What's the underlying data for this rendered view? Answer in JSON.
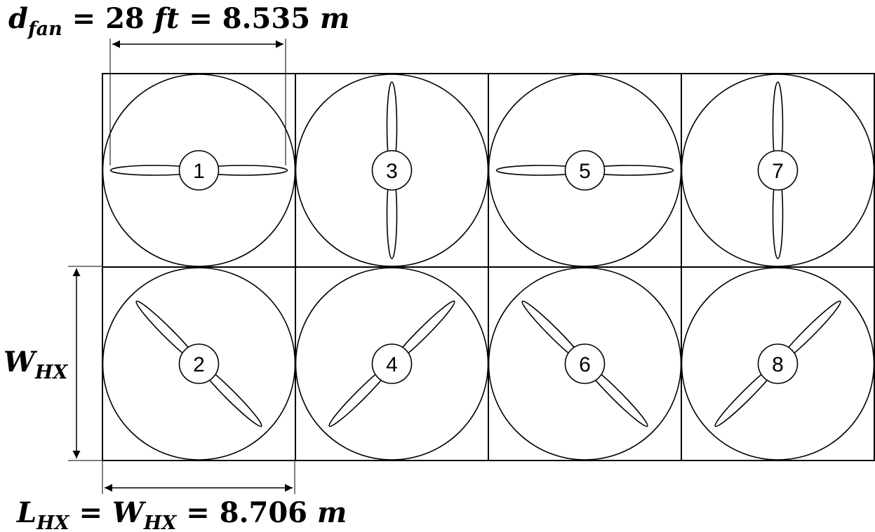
{
  "labels": {
    "d_fan": {
      "symbol": "d",
      "subscript": "fan",
      "value_imperial": "28",
      "unit_imperial": "ft",
      "value_metric": "8.535",
      "unit_metric": "m"
    },
    "w_hx": {
      "symbol": "W",
      "subscript": "HX"
    },
    "l_hx": {
      "symbol": "L",
      "subscript": "HX",
      "equals_symbol": "W",
      "equals_subscript": "HX",
      "value": "8.706",
      "unit": "m"
    }
  },
  "grid": {
    "rows": 2,
    "cols": 4
  },
  "fans": [
    {
      "number": "1",
      "blade_angle_deg": 0
    },
    {
      "number": "2",
      "blade_angle_deg": 45
    },
    {
      "number": "3",
      "blade_angle_deg": 90
    },
    {
      "number": "4",
      "blade_angle_deg": -45
    },
    {
      "number": "5",
      "blade_angle_deg": 0
    },
    {
      "number": "6",
      "blade_angle_deg": 45
    },
    {
      "number": "7",
      "blade_angle_deg": 90
    },
    {
      "number": "8",
      "blade_angle_deg": -45
    }
  ],
  "colors": {
    "stroke": "#000000",
    "background": "#ffffff"
  }
}
